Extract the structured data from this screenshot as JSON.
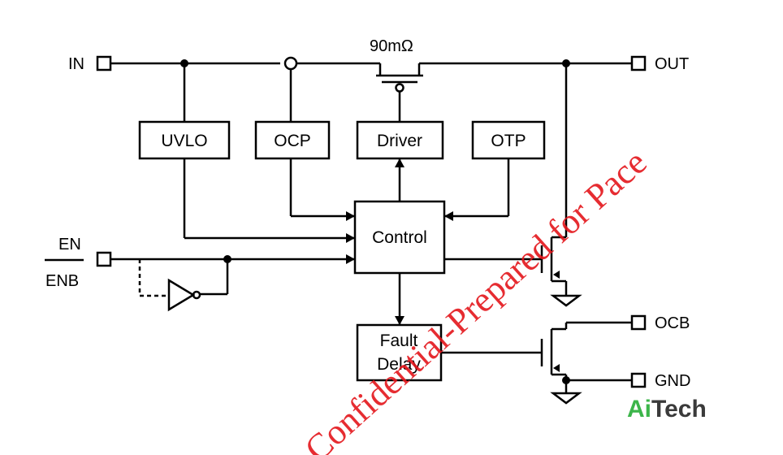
{
  "pins": {
    "in": "IN",
    "out": "OUT",
    "en": "EN",
    "enb": "ENB",
    "ocb": "OCB",
    "gnd": "GND"
  },
  "switch_resistance": "90mΩ",
  "blocks": {
    "uvlo": "UVLO",
    "ocp": "OCP",
    "driver": "Driver",
    "otp": "OTP",
    "control": "Control",
    "fault_delay_line1": "Fault",
    "fault_delay_line2": "Delay"
  },
  "watermark": "Confidential-Prepared for Pace",
  "logo": {
    "part1": "Ai",
    "part2": "Tech"
  },
  "colors": {
    "watermark": "#e3151b",
    "logo_ai": "#3cb54a",
    "logo_tech": "#3a3a3a"
  }
}
